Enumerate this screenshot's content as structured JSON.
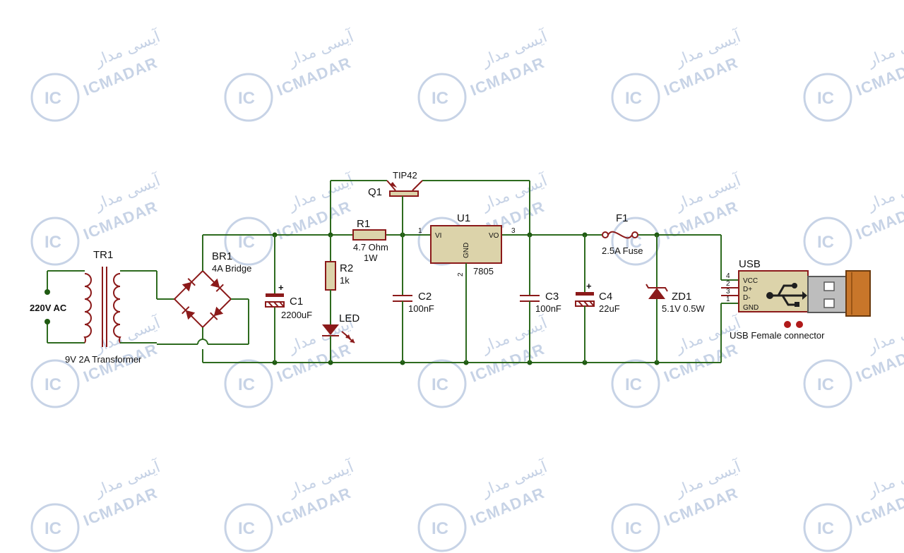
{
  "watermark": {
    "brand_en": "ICMADAR",
    "brand_fa": "آیسی مدار",
    "logo": "IC"
  },
  "labels": {
    "ac_input": "220V AC",
    "tr1_ref": "TR1",
    "tr1_value": "9V 2A Transformer",
    "br1_ref": "BR1",
    "br1_value": "4A Bridge",
    "c1_ref": "C1",
    "c1_value": "2200uF",
    "c1_plus": "+",
    "r2_ref": "R2",
    "r2_value": "1k",
    "led_ref": "LED",
    "q1_ref": "Q1",
    "q1_value": "TIP42",
    "r1_ref": "R1",
    "r1_value1": "4.7 Ohm",
    "r1_value2": "1W",
    "c2_ref": "C2",
    "c2_value": "100nF",
    "u1_ref": "U1",
    "u1_value": "7805",
    "u1_vi": "VI",
    "u1_vo": "VO",
    "u1_gnd": "GND",
    "u1_pin1": "1",
    "u1_pin2": "2",
    "u1_pin3": "3",
    "c3_ref": "C3",
    "c3_value": "100nF",
    "c4_ref": "C4",
    "c4_value": "22uF",
    "c4_plus": "+",
    "f1_ref": "F1",
    "f1_value": "2.5A Fuse",
    "zd1_ref": "ZD1",
    "zd1_value": "5.1V 0.5W",
    "usb_ref": "USB",
    "usb_vcc": "VCC",
    "usb_dp": "D+",
    "usb_dm": "D-",
    "usb_gnd": "GND",
    "usb_pin4": "4",
    "usb_pin2": "2",
    "usb_pin3": "3",
    "usb_pin1": "1",
    "usb_value": "USB Female connector"
  },
  "colors": {
    "wire": "#2e6b1f",
    "component": "#8b1a1a",
    "ic_body": "#dcd3aa",
    "usb_plug_tip": "#c8762a",
    "watermark": "#c7d3e6"
  }
}
